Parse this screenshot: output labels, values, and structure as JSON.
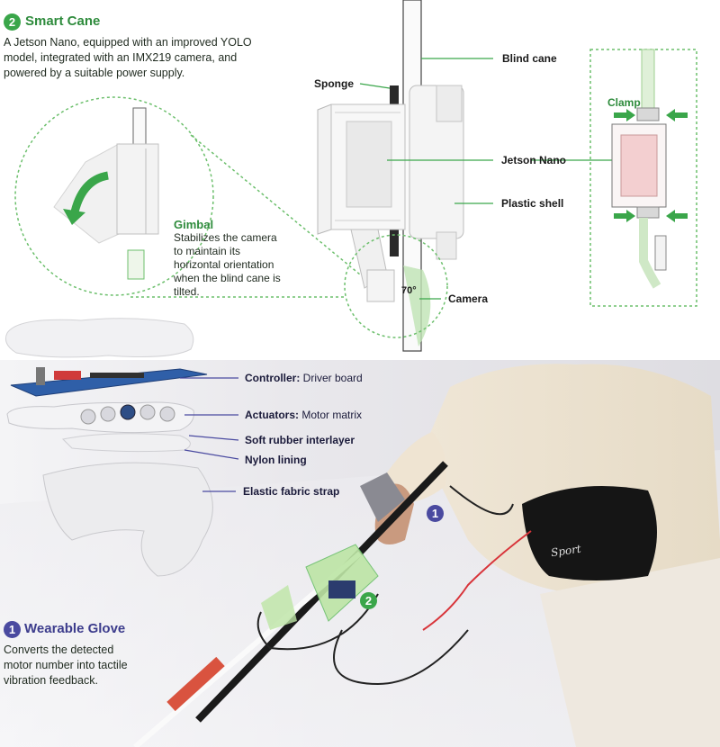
{
  "smart_cane": {
    "badge": "2",
    "title": "Smart Cane",
    "description": "A Jetson Nano, equipped with an improved YOLO model, integrated with an IMX219 camera, and powered by a suitable power supply."
  },
  "gimbal": {
    "title": "Gimbal",
    "description": "Stabilizes the camera to maintain its horizontal orientation when the blind cane is tilted."
  },
  "cane_labels": {
    "blind_cane": "Blind cane",
    "sponge": "Sponge",
    "jetson_nano": "Jetson Nano",
    "plastic_shell": "Plastic shell",
    "camera": "Camera",
    "angle": "70°",
    "clamp": "Clamp"
  },
  "glove_parts": [
    {
      "bold": "Controller:",
      "rest": " Driver board"
    },
    {
      "bold": "Actuators:",
      "rest": " Motor matrix"
    },
    {
      "bold": "Soft rubber interlayer",
      "rest": ""
    },
    {
      "bold": "Nylon lining",
      "rest": ""
    },
    {
      "bold": "Elastic fabric strap",
      "rest": ""
    }
  ],
  "wearable_glove": {
    "badge": "1",
    "title": "Wearable Glove",
    "description": "Converts the detected motor number into tactile vibration feedback."
  },
  "photo_badges": {
    "glove": "1",
    "cane": "2"
  },
  "bag_text": "Sport",
  "colors": {
    "green": "#3aa64a",
    "purple": "#4a4aa0",
    "dash_green": "#6cbf6c"
  }
}
